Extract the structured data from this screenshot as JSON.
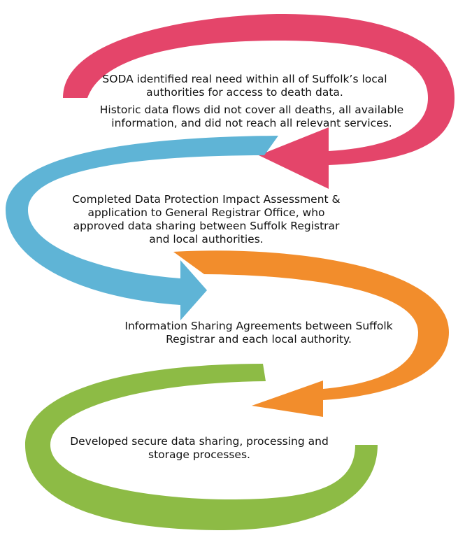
{
  "steps": [
    {
      "id": "need",
      "color": "#E4456A",
      "lines": [
        "SODA identified real need within all of Suffolk’s local",
        "authorities for access to death data."
      ]
    },
    {
      "id": "historic",
      "color": "#E4456A",
      "lines": [
        "Historic data flows did not cover all deaths, all available",
        "information, and did not reach all relevant services."
      ]
    },
    {
      "id": "dpia",
      "color": "#5FB4D6",
      "lines": [
        "Completed Data Protection Impact Assessment &",
        "application to General Registrar Office, who",
        "approved data sharing between Suffolk Registrar",
        "and local authorities."
      ]
    },
    {
      "id": "agreements",
      "color": "#F28D2C",
      "lines": [
        "Information Sharing Agreements between Suffolk",
        "Registrar and each local authority."
      ]
    },
    {
      "id": "processes",
      "color": "#8DBB45",
      "lines": [
        "Developed secure data sharing, processing and",
        "storage processes."
      ]
    }
  ]
}
